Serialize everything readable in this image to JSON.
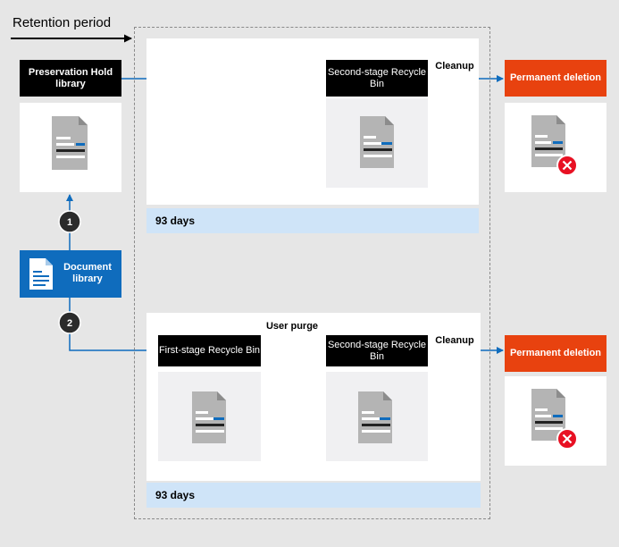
{
  "title": "Retention period",
  "preservation_hold": "Preservation Hold library",
  "document_library": "Document library",
  "step1": "1",
  "step2": "2",
  "second_stage": "Second-stage Recycle Bin",
  "first_stage": "First-stage Recycle Bin",
  "cleanup": "Cleanup",
  "user_purge": "User purge",
  "permanent_deletion": "Permanent deletion",
  "days": "93 days",
  "colors": {
    "arrow": "#0f6cbd",
    "orange": "#e8420f",
    "doclib_blue": "#0f6cbd",
    "days_band": "#cfe4f8",
    "delete_badge": "#e81123"
  },
  "icons": [
    "document-icon",
    "deleted-document-icon",
    "delete-badge-icon",
    "document-library-icon"
  ]
}
